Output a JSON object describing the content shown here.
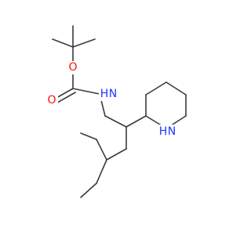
{
  "molecule": {
    "atoms": {
      "carbonyl_oxygen": {
        "text": "O",
        "color": "#ff0d0d"
      },
      "ester_oxygen": {
        "text": "O",
        "color": "#ff0d0d"
      },
      "carbamate_nitrogen": {
        "text": "N",
        "color": "#2233ff"
      },
      "carbamate_hydrogen": {
        "text": "H",
        "color": "#2233ff"
      },
      "piperidine_nitrogen": {
        "text": "N",
        "color": "#2233ff"
      },
      "piperidine_hydrogen": {
        "text": "H",
        "color": "#2233ff"
      }
    },
    "bond_color": "#3a3a3a"
  }
}
